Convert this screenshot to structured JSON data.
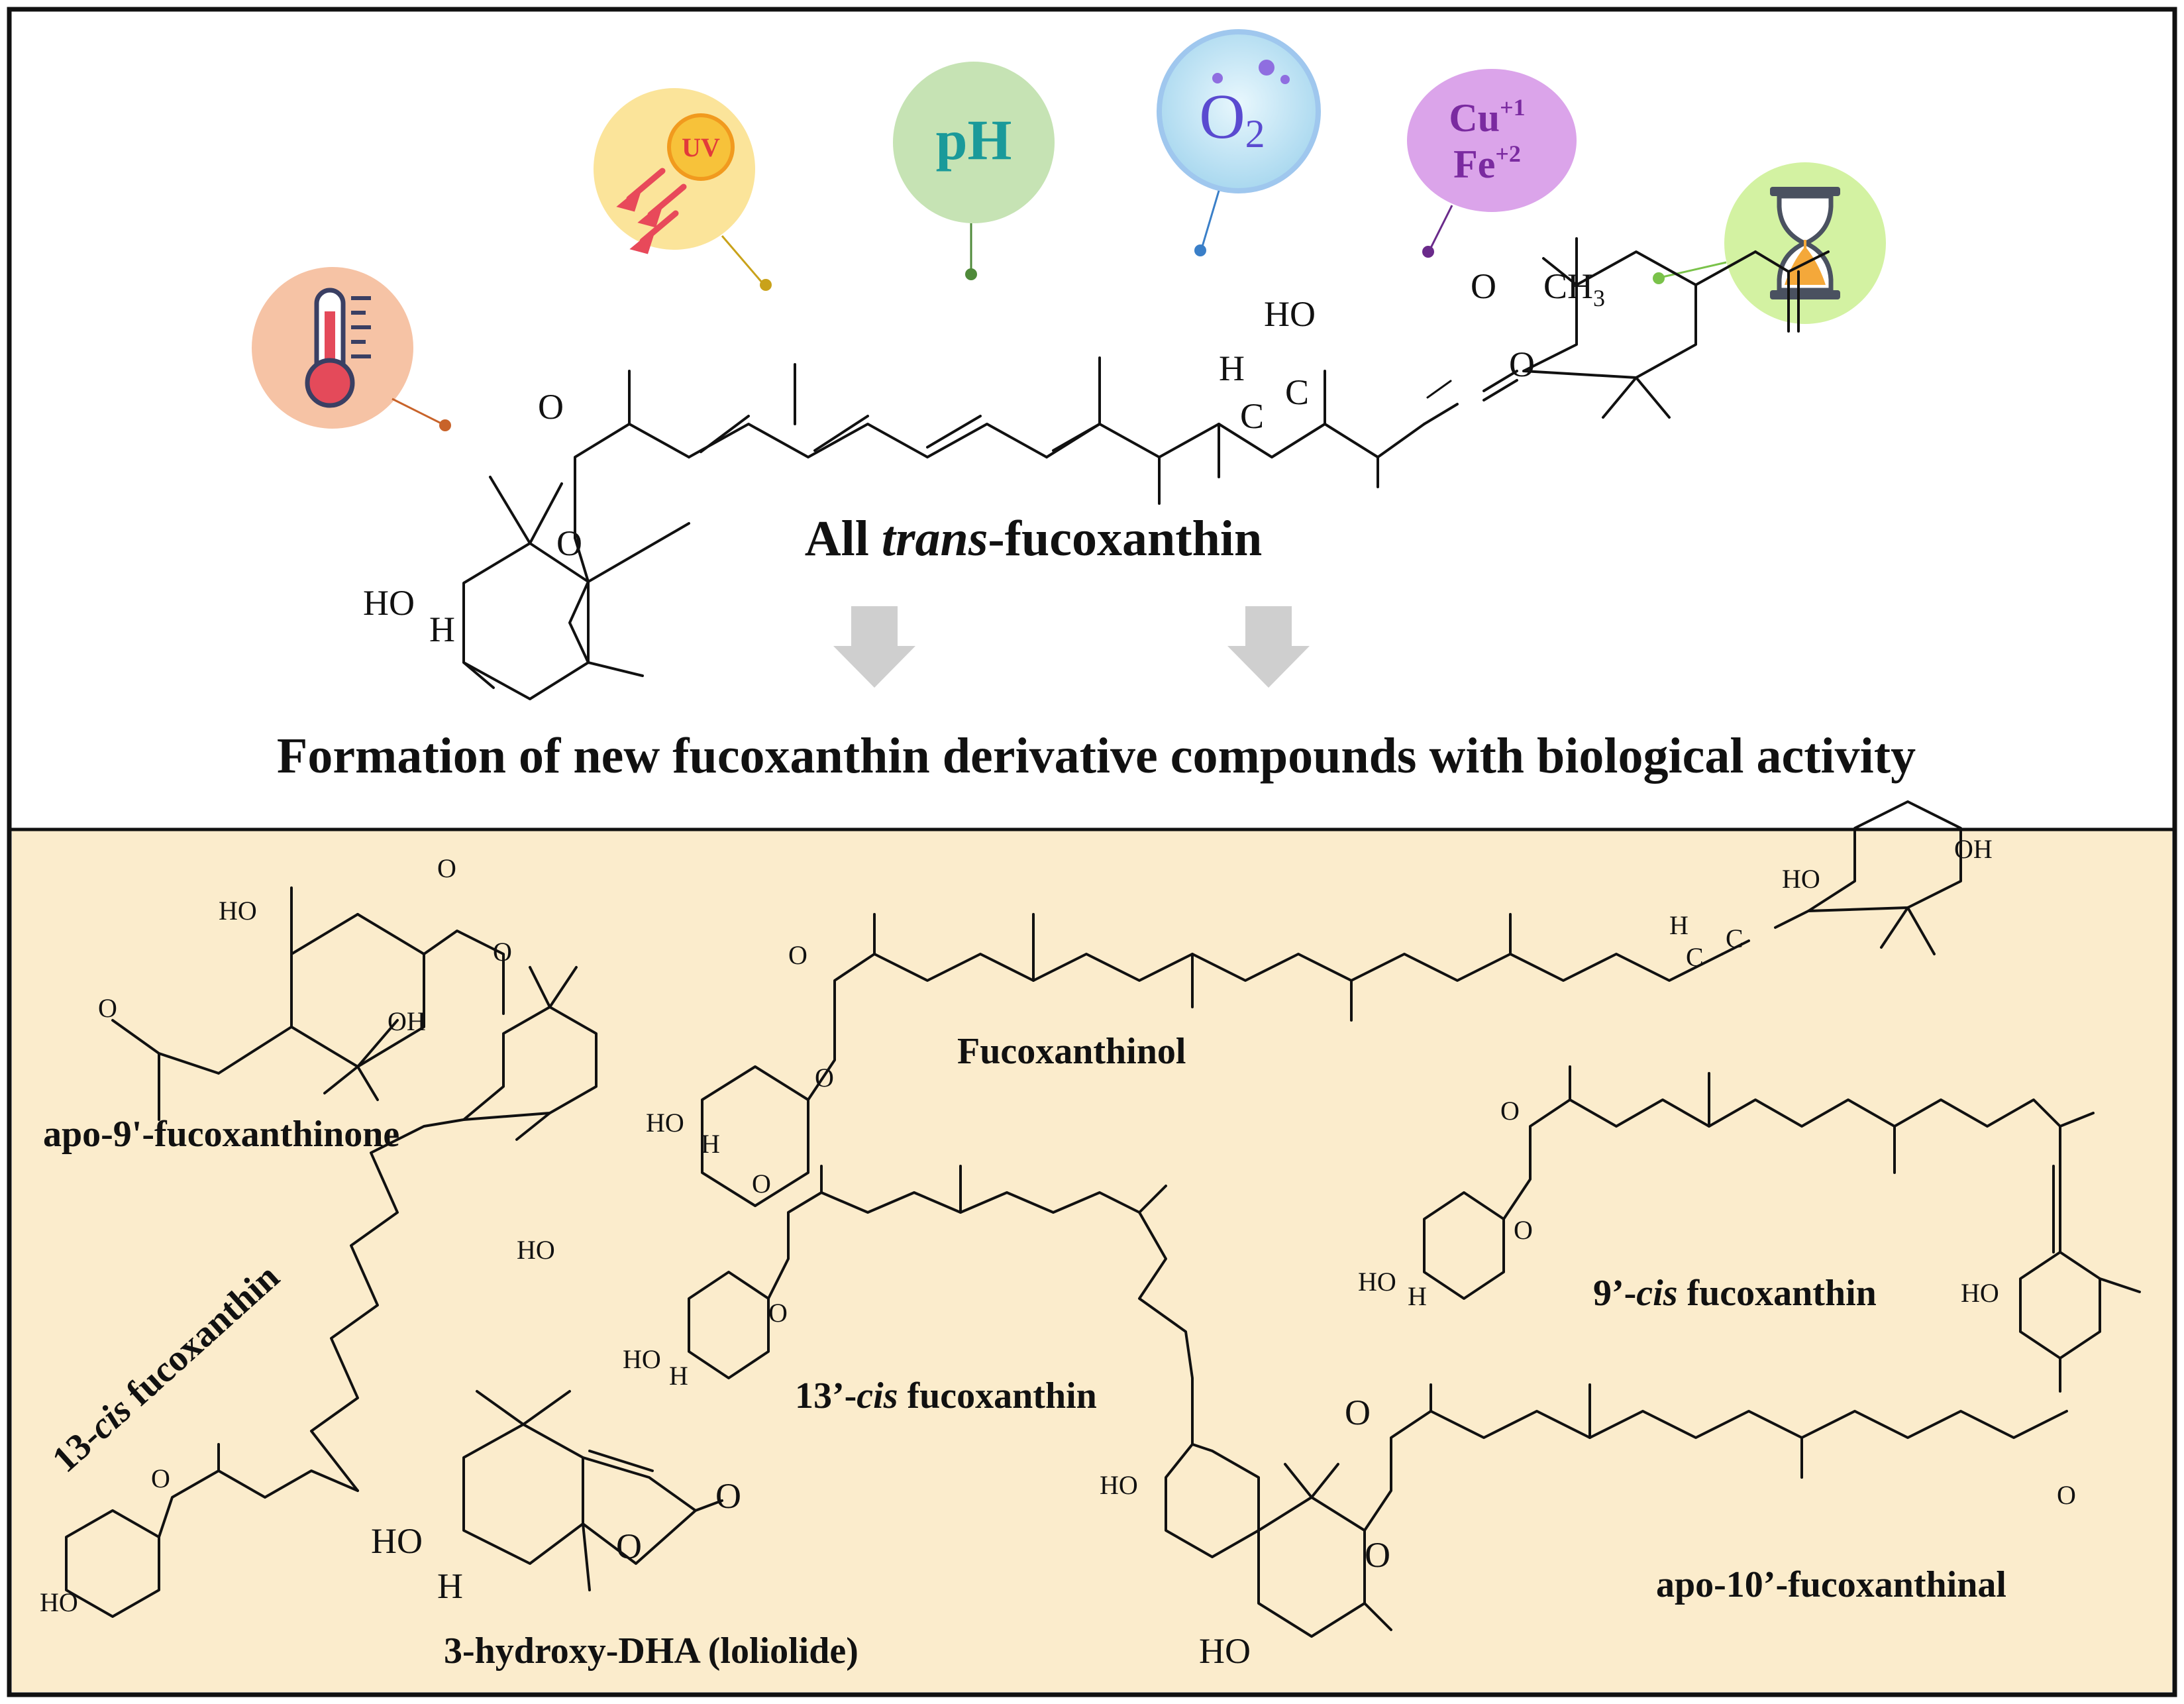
{
  "top": {
    "title_prefix": "All ",
    "title_italic": "trans",
    "title_suffix": "-fucoxanthin",
    "subtitle": "Formation of new fucoxanthin derivative compounds with biological activity"
  },
  "factors": {
    "uv_label": "UV",
    "ph_label": "pH",
    "o2_label": "O",
    "o2_sub": "2",
    "cu_label": "Cu",
    "cu_sup": "+1",
    "fe_label": "Fe",
    "fe_sup": "+2"
  },
  "atoms": {
    "o": "O",
    "ho": "HO",
    "oh": "OH",
    "h": "H",
    "c": "C",
    "ch3": "CH",
    "ch3_sub": "3"
  },
  "derivatives": {
    "apo9_label": "apo-9'-fucoxanthinone",
    "fucoxanthinol_label": "Fucoxanthinol",
    "cis13_label_num": "13-",
    "cis13_label_italic": "cis",
    "cis13_label_rest": " fucoxanthin",
    "cis13p_label_num": "13’-",
    "cis13p_label_italic": "cis",
    "cis13p_label_rest": " fucoxanthin",
    "cis9p_label_num": "9’-",
    "cis9p_label_italic": "cis",
    "cis9p_label_rest": " fucoxanthin",
    "loliolide_label": "3-hydroxy-DHA (loliolide)",
    "apo10_label": "apo-10’-fucoxanthinal"
  },
  "colors": {
    "panel_bg": "#fbeccc",
    "border": "#111111",
    "arrow": "#cfcfcf",
    "thermo_circle": "#f6c3a5",
    "uv_circle": "#fbe49a",
    "ph_circle": "#c6e3b4",
    "ph_text": "#1a9a9a",
    "o2_circle": "#bfe3f3",
    "metal_circle": "#dba4ea",
    "metal_text": "#7a2aa0",
    "time_circle": "#d3f2a2"
  }
}
